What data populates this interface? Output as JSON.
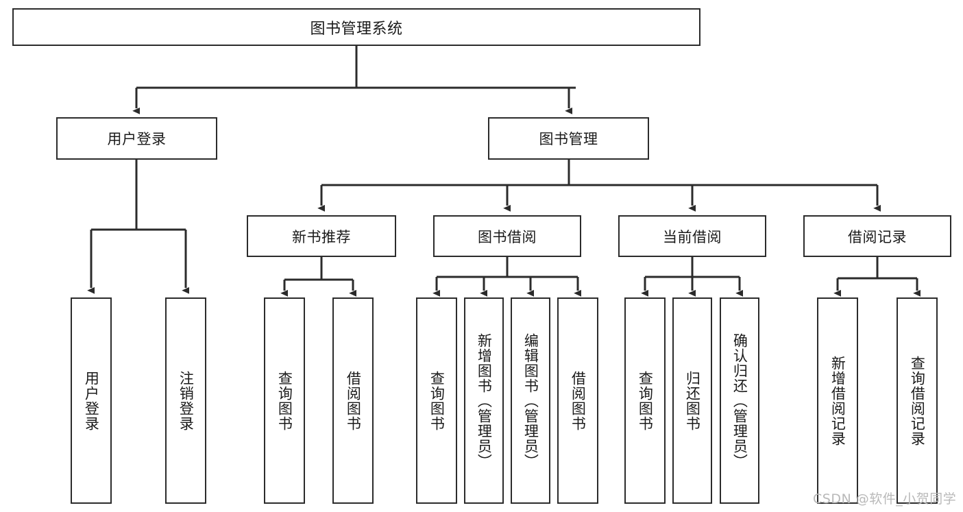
{
  "diagram": {
    "type": "hierarchy-tree",
    "title": "图书管理系统",
    "watermark": "CSDN @软件_小贺同学",
    "colors": {
      "box_border": "#2b2b2b",
      "box_fill": "#ffffff",
      "connector": "#2b2b2b",
      "text": "#1a1a1a",
      "watermark": "#b9b9b9",
      "background": "#ffffff"
    },
    "root": {
      "label": "图书管理系统"
    },
    "level2": [
      {
        "id": "user-login",
        "label": "用户登录"
      },
      {
        "id": "book-management",
        "label": "图书管理"
      }
    ],
    "level3": [
      {
        "id": "new-book-recommend",
        "label": "新书推荐"
      },
      {
        "id": "book-borrow",
        "label": "图书借阅"
      },
      {
        "id": "current-borrow",
        "label": "当前借阅"
      },
      {
        "id": "borrow-record",
        "label": "借阅记录"
      }
    ],
    "leaves": {
      "user_login": [
        {
          "id": "leaf-user-login",
          "label": "用户登录"
        },
        {
          "id": "leaf-logout-login",
          "label": "注销登录"
        }
      ],
      "new_book_recommend": [
        {
          "id": "leaf-query-book-1",
          "label": "查询图书"
        },
        {
          "id": "leaf-borrow-book-1",
          "label": "借阅图书"
        }
      ],
      "book_borrow": [
        {
          "id": "leaf-query-book-2",
          "label": "查询图书"
        },
        {
          "id": "leaf-add-book",
          "label": "新增图书（管理员）"
        },
        {
          "id": "leaf-edit-book",
          "label": "编辑图书（管理员）"
        },
        {
          "id": "leaf-borrow-book-2",
          "label": "借阅图书"
        }
      ],
      "current_borrow": [
        {
          "id": "leaf-query-book-3",
          "label": "查询图书"
        },
        {
          "id": "leaf-return-book",
          "label": "归还图书"
        },
        {
          "id": "leaf-confirm-return",
          "label": "确认归还（管理员）"
        }
      ],
      "borrow_record": [
        {
          "id": "leaf-add-record",
          "label": "新增借阅记录"
        },
        {
          "id": "leaf-query-record",
          "label": "查询借阅记录"
        }
      ]
    }
  }
}
